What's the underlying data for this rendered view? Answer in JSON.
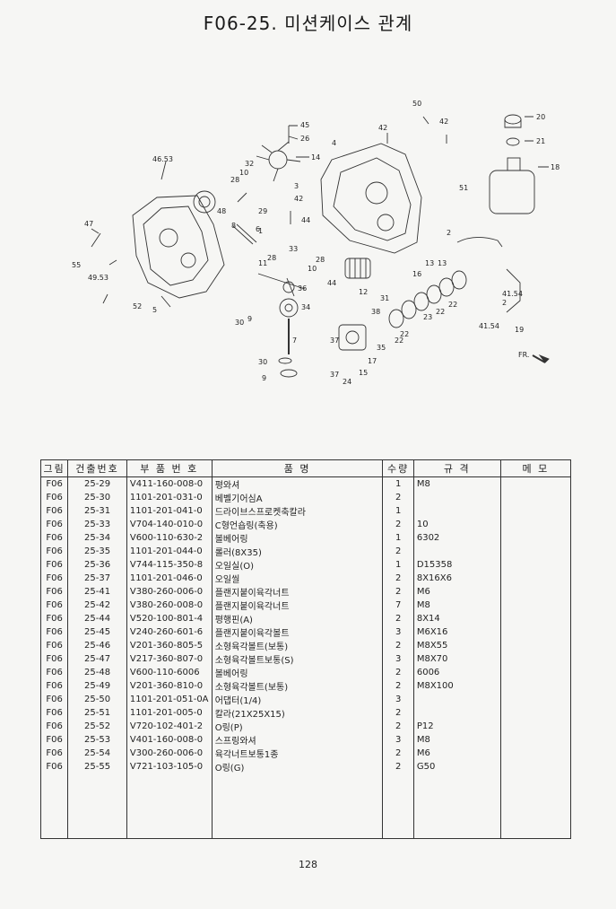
{
  "page": {
    "title": "F06-25. 미션케이스 관계",
    "page_number": "128"
  },
  "diagram": {
    "callouts": [
      "45",
      "26",
      "14",
      "42",
      "50",
      "42",
      "20",
      "21",
      "18",
      "46.53",
      "32",
      "10",
      "28",
      "3",
      "42",
      "4",
      "51",
      "29",
      "48",
      "1",
      "47",
      "8",
      "6",
      "44",
      "55",
      "49.53",
      "28",
      "33",
      "10",
      "28",
      "2",
      "52",
      "5",
      "11",
      "36",
      "44",
      "12",
      "13",
      "16",
      "13",
      "41.54",
      "2",
      "30",
      "9",
      "34",
      "31",
      "22",
      "23",
      "22",
      "22",
      "41.54",
      "19",
      "7",
      "38",
      "35",
      "22",
      "37",
      "17",
      "15",
      "30",
      "9",
      "37",
      "24",
      "FR."
    ]
  },
  "table": {
    "headers": [
      "그림",
      "건출번호",
      "부 품 번 호",
      "품          명",
      "수량",
      "규      격",
      "메      모"
    ],
    "rows": [
      {
        "fig": "F06",
        "num": "25-29",
        "part": "V411-160-008-0",
        "name": "평와셔",
        "qty": "1",
        "spec": "M8",
        "memo": ""
      },
      {
        "fig": "F06",
        "num": "25-30",
        "part": "1101-201-031-0",
        "name": "베벨기어심A",
        "qty": "2",
        "spec": "",
        "memo": ""
      },
      {
        "fig": "F06",
        "num": "25-31",
        "part": "1101-201-041-0",
        "name": "드라이브스프로켓축칼라",
        "qty": "1",
        "spec": "",
        "memo": ""
      },
      {
        "fig": "F06",
        "num": "25-33",
        "part": "V704-140-010-0",
        "name": "C형언숍링(축용)",
        "qty": "2",
        "spec": "10",
        "memo": ""
      },
      {
        "fig": "F06",
        "num": "25-34",
        "part": "V600-110-630-2",
        "name": "볼베어링",
        "qty": "1",
        "spec": "6302",
        "memo": ""
      },
      {
        "fig": "F06",
        "num": "25-35",
        "part": "1101-201-044-0",
        "name": "롤러(8X35)",
        "qty": "2",
        "spec": "",
        "memo": ""
      },
      {
        "fig": "F06",
        "num": "25-36",
        "part": "V744-115-350-8",
        "name": "오일실(O)",
        "qty": "1",
        "spec": "D15358",
        "memo": ""
      },
      {
        "fig": "F06",
        "num": "25-37",
        "part": "1101-201-046-0",
        "name": "오일씰",
        "qty": "2",
        "spec": "8X16X6",
        "memo": ""
      },
      {
        "fig": "F06",
        "num": "25-41",
        "part": "V380-260-006-0",
        "name": "플랜지붙이육각너트",
        "qty": "2",
        "spec": "M6",
        "memo": ""
      },
      {
        "fig": "F06",
        "num": "25-42",
        "part": "V380-260-008-0",
        "name": "플랜지붙이육각너트",
        "qty": "7",
        "spec": "M8",
        "memo": ""
      },
      {
        "fig": "F06",
        "num": "25-44",
        "part": "V520-100-801-4",
        "name": "평행핀(A)",
        "qty": "2",
        "spec": "8X14",
        "memo": ""
      },
      {
        "fig": "F06",
        "num": "25-45",
        "part": "V240-260-601-6",
        "name": "플랜지붙이육각볼트",
        "qty": "3",
        "spec": "M6X16",
        "memo": ""
      },
      {
        "fig": "F06",
        "num": "25-46",
        "part": "V201-360-805-5",
        "name": "소형육각볼트(보통)",
        "qty": "2",
        "spec": "M8X55",
        "memo": ""
      },
      {
        "fig": "F06",
        "num": "25-47",
        "part": "V217-360-807-0",
        "name": "소형육각볼트보통(S)",
        "qty": "3",
        "spec": "M8X70",
        "memo": ""
      },
      {
        "fig": "F06",
        "num": "25-48",
        "part": "V600-110-6006",
        "name": "볼베어링",
        "qty": "2",
        "spec": "6006",
        "memo": ""
      },
      {
        "fig": "F06",
        "num": "25-49",
        "part": "V201-360-810-0",
        "name": "소형육각볼트(보통)",
        "qty": "2",
        "spec": "M8X100",
        "memo": ""
      },
      {
        "fig": "F06",
        "num": "25-50",
        "part": "1101-201-051-0A",
        "name": "어댑터(1/4)",
        "qty": "3",
        "spec": "",
        "memo": ""
      },
      {
        "fig": "F06",
        "num": "25-51",
        "part": "1101-201-005-0",
        "name": "칼라(21X25X15)",
        "qty": "2",
        "spec": "",
        "memo": ""
      },
      {
        "fig": "F06",
        "num": "25-52",
        "part": "V720-102-401-2",
        "name": "O링(P)",
        "qty": "2",
        "spec": "P12",
        "memo": ""
      },
      {
        "fig": "F06",
        "num": "25-53",
        "part": "V401-160-008-0",
        "name": "스프링와셔",
        "qty": "3",
        "spec": "M8",
        "memo": ""
      },
      {
        "fig": "F06",
        "num": "25-54",
        "part": "V300-260-006-0",
        "name": "육각너트보통1종",
        "qty": "2",
        "spec": "M6",
        "memo": ""
      },
      {
        "fig": "F06",
        "num": "25-55",
        "part": "V721-103-105-0",
        "name": "O링(G)",
        "qty": "2",
        "spec": "G50",
        "memo": ""
      }
    ],
    "filler_rows": 5
  }
}
